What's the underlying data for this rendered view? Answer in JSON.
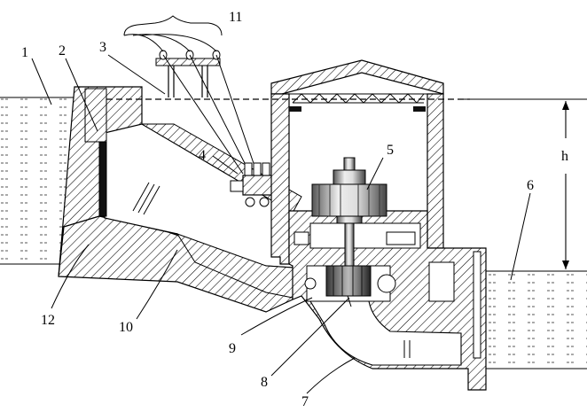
{
  "labels": {
    "l1": "1",
    "l2": "2",
    "l3": "3",
    "l4": "4",
    "l5": "5",
    "l6": "6",
    "l7": "7",
    "l8": "8",
    "l9": "9",
    "l10": "10",
    "l11": "11",
    "l12": "12",
    "head": "h"
  },
  "colors": {
    "line": "#000000",
    "hatch": "#000000",
    "water": "#555555",
    "machine_light": "#e8e8e8",
    "machine_dark": "#444444",
    "paper": "#ffffff"
  }
}
